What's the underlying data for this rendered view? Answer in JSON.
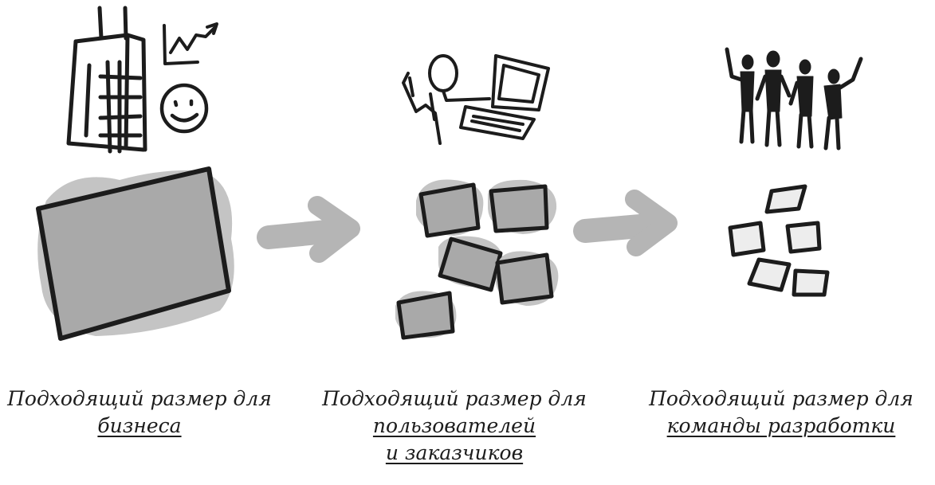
{
  "stages": [
    {
      "line1": "Подходящий размер для",
      "line2": "бизнеса",
      "line3": ""
    },
    {
      "line1": "Подходящий размер для",
      "line2": "пользователей",
      "line3": "и заказчиков"
    },
    {
      "line1": "Подходящий размер для",
      "line2": "команды разработки",
      "line3": ""
    }
  ],
  "colors": {
    "ink": "#1c1c1c",
    "card_fill": "#a9a9a9",
    "smudge": "#c4c4c4",
    "arrow": "#b5b5b5"
  },
  "icons": [
    "office-building-icon",
    "growth-chart-icon",
    "smiley-face-icon",
    "person-at-laptop-icon",
    "team-group-icon",
    "arrow-right-icon"
  ]
}
